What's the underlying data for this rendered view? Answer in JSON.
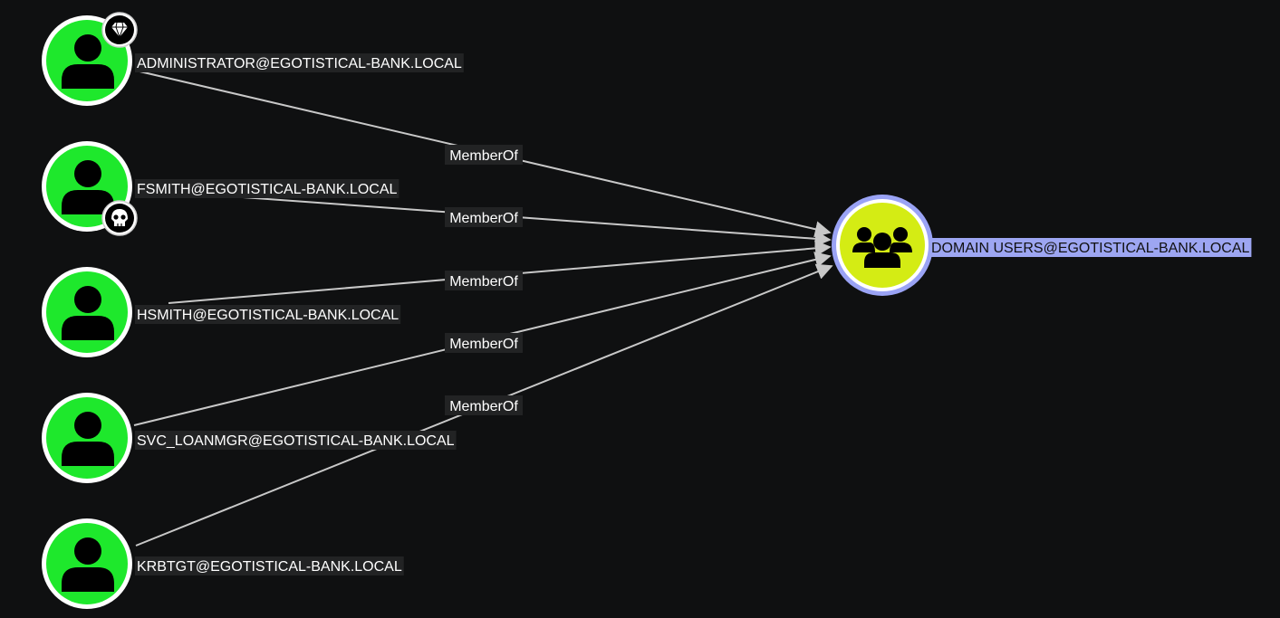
{
  "colors": {
    "background": "#0f1011",
    "user_fill": "#1ee82c",
    "group_fill": "#d4ec14",
    "node_ring": "#ffffff",
    "selected_ring": "#9aa3f5",
    "edge": "#c8c8c8",
    "label_bg": "#222324",
    "label_text": "#ffffff",
    "selected_label_bg": "#9da6f2",
    "selected_label_text": "#111111"
  },
  "graph": {
    "nodes": [
      {
        "id": "admin",
        "kind": "user",
        "label": "ADMINISTRATOR@EGOTISTICAL-BANK.LOCAL",
        "badge": "diamond-icon"
      },
      {
        "id": "fsmith",
        "kind": "user",
        "label": "FSMITH@EGOTISTICAL-BANK.LOCAL",
        "badge": "skull-icon"
      },
      {
        "id": "hsmith",
        "kind": "user",
        "label": "HSMITH@EGOTISTICAL-BANK.LOCAL",
        "badge": null
      },
      {
        "id": "svc_loanmgr",
        "kind": "user",
        "label": "SVC_LOANMGR@EGOTISTICAL-BANK.LOCAL",
        "badge": null
      },
      {
        "id": "krbtgt",
        "kind": "user",
        "label": "KRBTGT@EGOTISTICAL-BANK.LOCAL",
        "badge": null
      },
      {
        "id": "domain_users",
        "kind": "group",
        "label": "DOMAIN USERS@EGOTISTICAL-BANK.LOCAL",
        "badge": null,
        "selected": true
      }
    ],
    "edges": [
      {
        "from": "admin",
        "to": "domain_users",
        "label": "MemberOf"
      },
      {
        "from": "fsmith",
        "to": "domain_users",
        "label": "MemberOf"
      },
      {
        "from": "hsmith",
        "to": "domain_users",
        "label": "MemberOf"
      },
      {
        "from": "svc_loanmgr",
        "to": "domain_users",
        "label": "MemberOf"
      },
      {
        "from": "krbtgt",
        "to": "domain_users",
        "label": "MemberOf"
      }
    ]
  }
}
